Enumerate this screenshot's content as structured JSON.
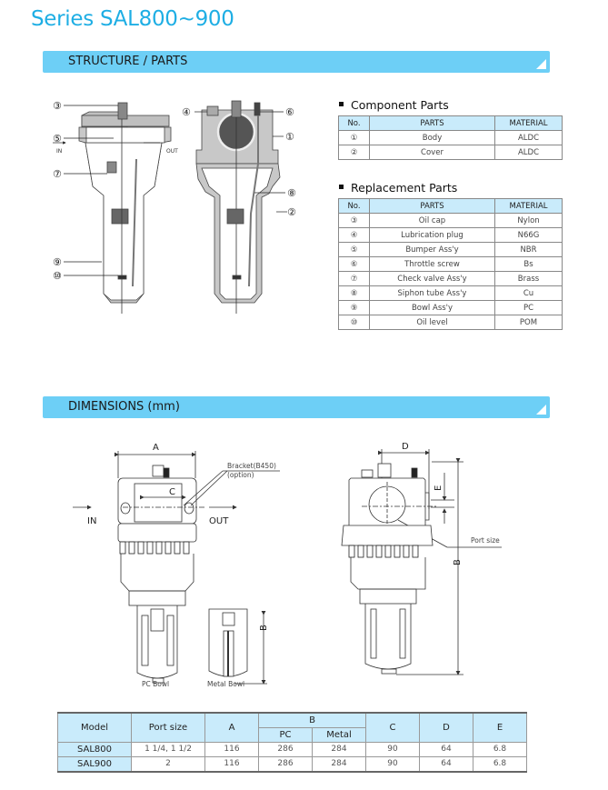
{
  "page": {
    "title": "Series SAL800~900"
  },
  "sections": {
    "structure": {
      "label": "STRUCTURE / PARTS"
    },
    "dimensions": {
      "label": "DIMENSIONS (mm)"
    }
  },
  "structure_diagram": {
    "callouts": [
      "③",
      "⑤",
      "⑦",
      "⑨",
      "⑩",
      "④",
      "⑥",
      "①",
      "⑧",
      "②"
    ],
    "flow_in": "IN",
    "flow_out": "OUT"
  },
  "component_parts": {
    "heading": "Component Parts",
    "headers": [
      "No.",
      "PARTS",
      "MATERIAL"
    ],
    "rows": [
      {
        "no": "①",
        "part": "Body",
        "material": "ALDC"
      },
      {
        "no": "②",
        "part": "Cover",
        "material": "ALDC"
      }
    ]
  },
  "replacement_parts": {
    "heading": "Replacement Parts",
    "headers": [
      "No.",
      "PARTS",
      "MATERIAL"
    ],
    "rows": [
      {
        "no": "③",
        "part": "Oil cap",
        "material": "Nylon"
      },
      {
        "no": "④",
        "part": "Lubrication plug",
        "material": "N66G"
      },
      {
        "no": "⑤",
        "part": "Bumper Ass'y",
        "material": "NBR"
      },
      {
        "no": "⑥",
        "part": "Throttle screw",
        "material": "Bs"
      },
      {
        "no": "⑦",
        "part": "Check valve Ass'y",
        "material": "Brass"
      },
      {
        "no": "⑧",
        "part": "Siphon tube Ass'y",
        "material": "Cu"
      },
      {
        "no": "⑨",
        "part": "Bowl Ass'y",
        "material": "PC"
      },
      {
        "no": "⑩",
        "part": "Oil level",
        "material": "POM"
      }
    ]
  },
  "dimension_drawing": {
    "label_a": "A",
    "label_b": "B",
    "label_c": "C",
    "label_d": "D",
    "label_e": "E",
    "bracket": "Bracket(B450)",
    "bracket_option": "(option)",
    "in": "IN",
    "out": "OUT",
    "port_size": "Port size",
    "pc_bowl": "PC Bowl",
    "metal_bowl": "Metal Bowl"
  },
  "dimensions_table": {
    "headers": {
      "model": "Model",
      "port": "Port size",
      "a": "A",
      "b": "B",
      "b_pc": "PC",
      "b_metal": "Metal",
      "c": "C",
      "d": "D",
      "e": "E"
    },
    "rows": [
      {
        "model": "SAL800",
        "port": "1 1/4,  1 1/2",
        "a": "116",
        "b_pc": "286",
        "b_metal": "284",
        "c": "90",
        "d": "64",
        "e": "6.8"
      },
      {
        "model": "SAL900",
        "port": "2",
        "a": "116",
        "b_pc": "286",
        "b_metal": "284",
        "c": "90",
        "d": "64",
        "e": "6.8"
      }
    ]
  }
}
